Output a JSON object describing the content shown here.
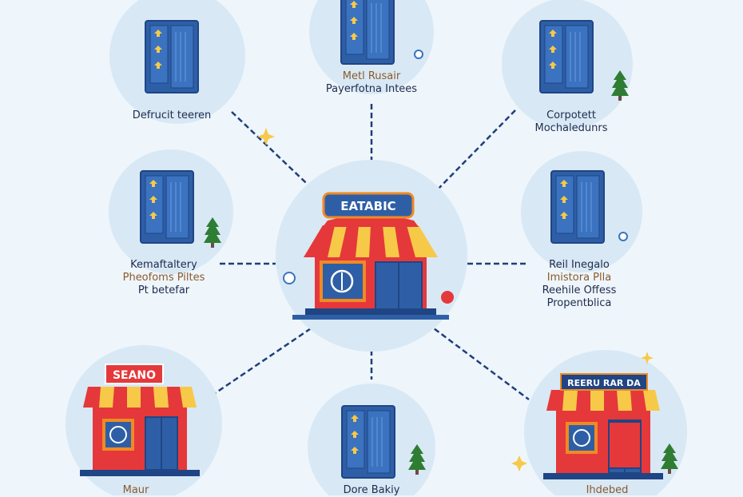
{
  "center": {
    "sign": "EATABIC"
  },
  "nodes": {
    "top_left": {
      "lines": [
        "Defrucit teeren"
      ]
    },
    "top_center": {
      "lines": [
        "Metl Rusair",
        "Payerfotna Intees"
      ]
    },
    "top_right": {
      "lines": [
        "Corpotett",
        "Mochaledunrs"
      ]
    },
    "mid_left": {
      "lines": [
        "Kemaftaltery",
        "Pheofoms Piltes",
        "Pt betefar"
      ]
    },
    "mid_right": {
      "lines": [
        "Reil Inegalo",
        "Imistora Plla",
        "Reehile Offess",
        "Propentblica"
      ]
    },
    "bottom_left": {
      "sign": "SEANO",
      "lines": [
        "Maur"
      ]
    },
    "bottom_center": {
      "lines": [
        "Dore Bakiy"
      ]
    },
    "bottom_right": {
      "sign": "REERU RAR DA",
      "lines": [
        "Ihdebed"
      ]
    }
  },
  "colors": {
    "background": "#eef5fb",
    "circle": "#d8e8f5",
    "cabinet": "#2e5fa6",
    "cabinet_dark": "#1f4585",
    "connector": "#1f3f7a",
    "awning_red": "#e5383b",
    "awning_yellow": "#f7c948",
    "sign_orange": "#f08a24",
    "door_red": "#e5383b"
  }
}
